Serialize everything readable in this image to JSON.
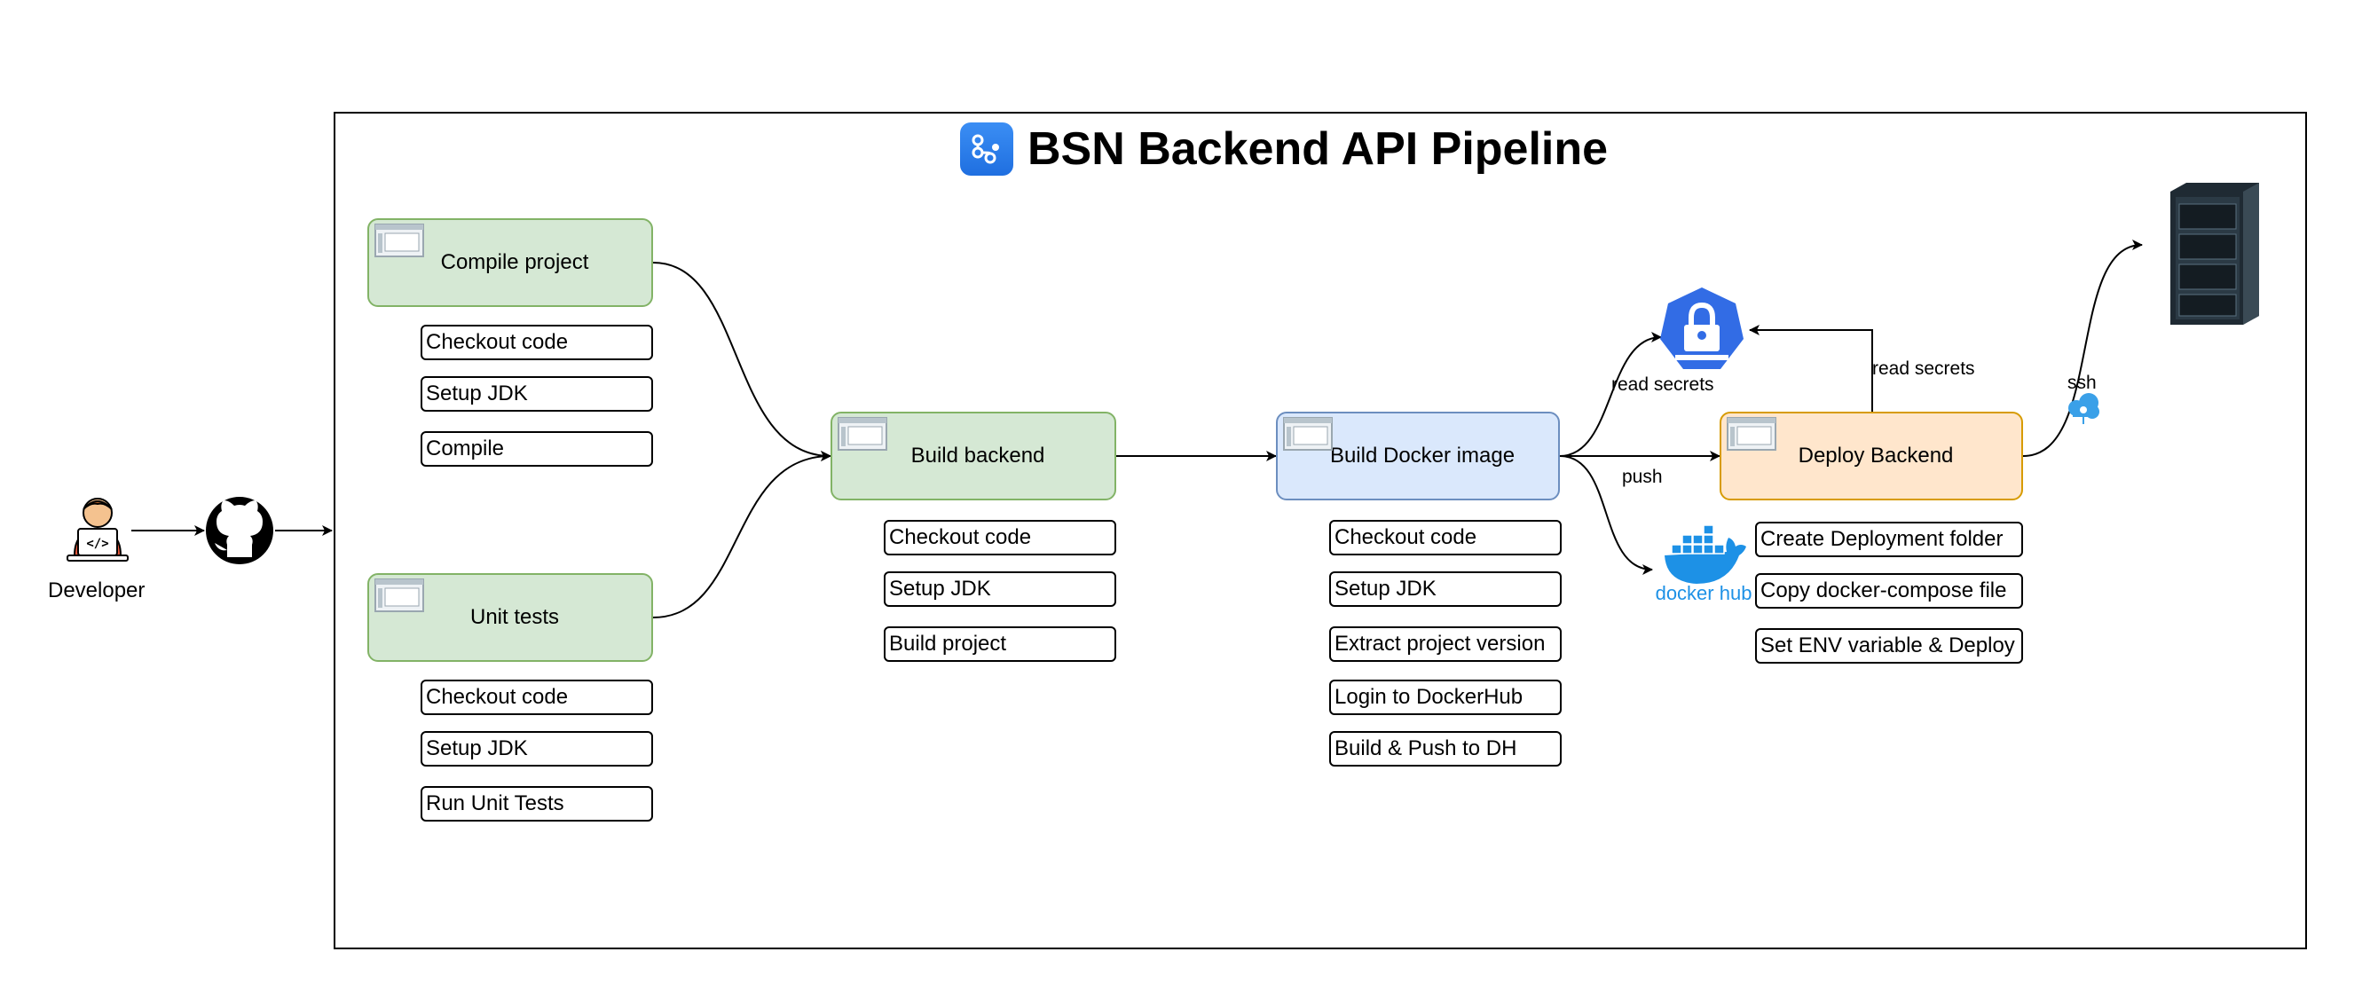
{
  "title": "BSN Backend API Pipeline",
  "actors": {
    "developer_label": "Developer"
  },
  "jobs": {
    "compile": {
      "label": "Compile project",
      "steps": [
        "Checkout code",
        "Setup JDK",
        "Compile"
      ]
    },
    "unit_tests": {
      "label": "Unit tests",
      "steps": [
        "Checkout code",
        "Setup JDK",
        "Run Unit Tests"
      ]
    },
    "build_backend": {
      "label": "Build backend",
      "steps": [
        "Checkout code",
        "Setup JDK",
        "Build project"
      ]
    },
    "build_docker": {
      "label": "Build Docker image",
      "steps": [
        "Checkout code",
        "Setup JDK",
        "Extract project version",
        "Login to DockerHub",
        "Build & Push to DH"
      ]
    },
    "deploy": {
      "label": "Deploy Backend",
      "steps": [
        "Create Deployment folder",
        "Copy docker-compose file",
        "Set ENV variable & Deploy"
      ]
    }
  },
  "edge_labels": {
    "read_secrets_docker": "read secrets",
    "read_secrets_deploy": "read secrets",
    "push": "push",
    "ssh": "ssh"
  },
  "logos": {
    "dockerhub_text": "docker hub"
  },
  "icons": [
    "github-actions-icon",
    "developer-icon",
    "github-icon",
    "kubernetes-secret-icon",
    "dockerhub-icon",
    "azure-cloud-icon",
    "server-rack-icon",
    "computer-window-icon"
  ],
  "colors": {
    "green_fill": "#d5e8d4",
    "green_border": "#82b366",
    "blue_fill": "#dae8fc",
    "blue_border": "#6c8ebf",
    "orange_fill": "#ffe6cc",
    "orange_border": "#d79b00",
    "secret_blue": "#326ce5",
    "docker_blue": "#1d91e6"
  }
}
